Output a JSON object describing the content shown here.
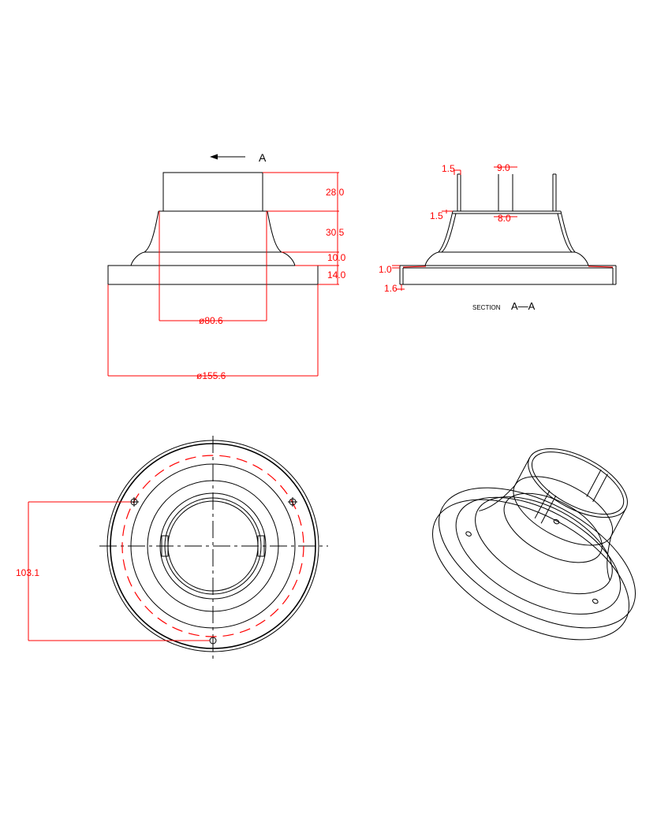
{
  "section_marker": {
    "letter": "A"
  },
  "front_view": {
    "dims": {
      "h1": "28.0",
      "h2": "30.5",
      "h3": "10.0",
      "h4": "14.0",
      "inner_dia": "ø80.6",
      "outer_dia": "ø155.6"
    }
  },
  "section_view": {
    "caption_small": "SECTION",
    "caption_big": "A—A",
    "dims": {
      "wall_top": "1.5",
      "slot_top": "9.0",
      "wall_mid": "1.5",
      "slot_mid": "8.0",
      "flange_top": "1.0",
      "flange_bottom": "1.6"
    }
  },
  "top_view": {
    "dims": {
      "bolt_circle": "103.1"
    }
  },
  "colors": {
    "dimension": "#ff0000",
    "outline": "#000000"
  }
}
